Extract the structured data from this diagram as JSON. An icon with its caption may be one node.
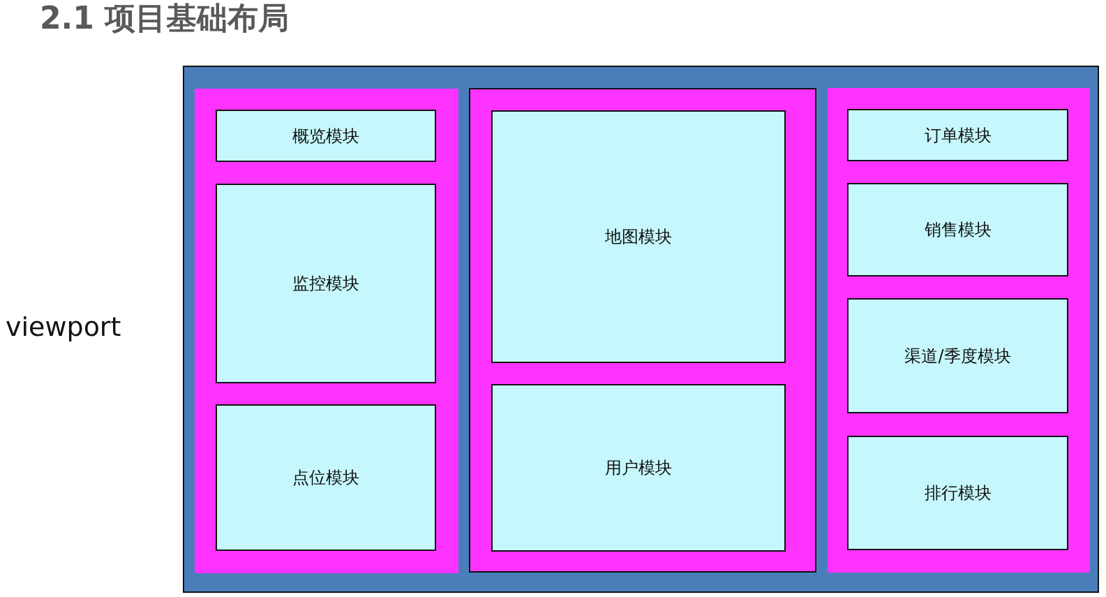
{
  "diagram": {
    "title": "2.1 项目基础布局",
    "nodes": [
      {
        "text": [],
        "shape": "box",
        "beside": [
          "viewport"
        ]
      },
      {
        "text": [],
        "shape": "box",
        "in": 0
      },
      {
        "text": [
          "概览模块"
        ],
        "in": 1
      },
      {
        "text": [
          "监控模块"
        ],
        "in": 1
      },
      {
        "text": [
          "点位模块"
        ],
        "in": 1
      },
      {
        "text": [],
        "shape": "box",
        "in": 0
      },
      {
        "text": [
          "地图模块"
        ],
        "in": 5
      },
      {
        "text": [
          "用户模块"
        ],
        "in": 5
      },
      {
        "text": [],
        "shape": "box",
        "in": 0
      },
      {
        "text": [
          "订单模块"
        ],
        "in": 8
      },
      {
        "text": [
          "销售模块"
        ],
        "in": 8
      },
      {
        "text": [
          "渠道/季度模块"
        ],
        "in": 8
      },
      {
        "text": [
          "排行模块"
        ],
        "in": 8
      }
    ]
  }
}
